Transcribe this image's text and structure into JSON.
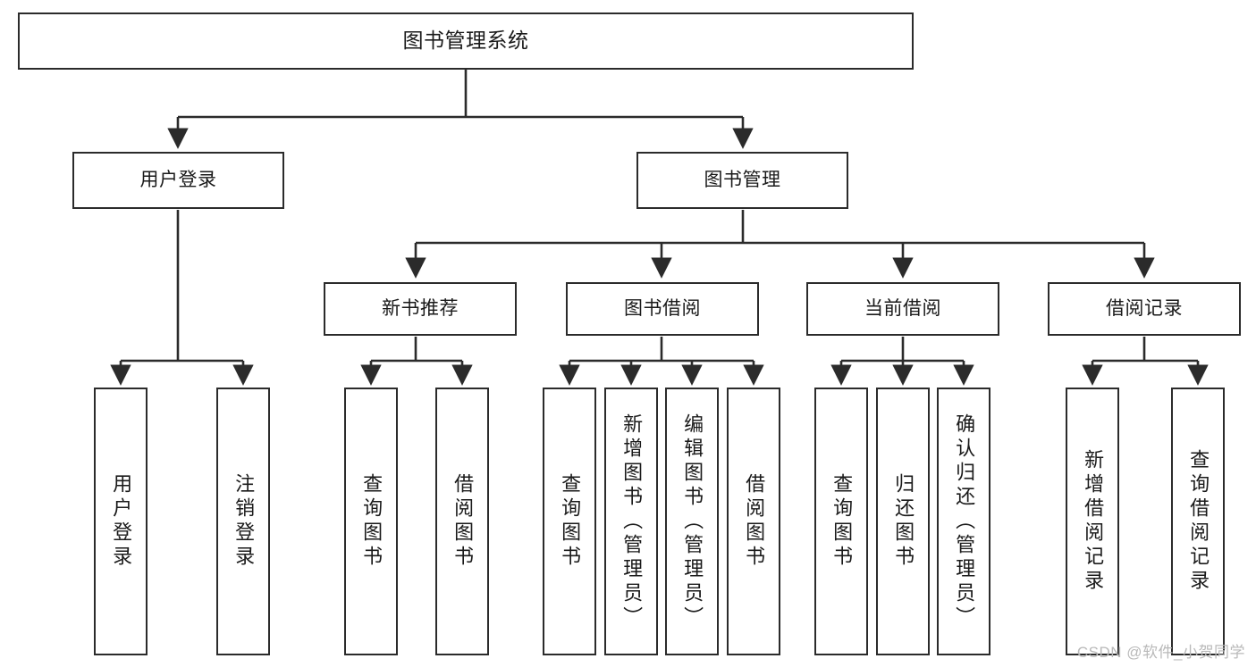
{
  "diagram": {
    "type": "tree",
    "title": "图书管理系统",
    "watermark": "CSDN @软件_小贺同学",
    "colors": {
      "box_border": "#2b2b2b",
      "box_fill": "#ffffff",
      "connector": "#2b2b2b",
      "text": "#1a1a1a",
      "watermark": "#b9b9b9"
    },
    "nodes": {
      "root": {
        "label": "图书管理系统"
      },
      "level2": [
        {
          "label": "用户登录"
        },
        {
          "label": "图书管理"
        }
      ],
      "level3": [
        {
          "label": "新书推荐"
        },
        {
          "label": "图书借阅"
        },
        {
          "label": "当前借阅"
        },
        {
          "label": "借阅记录"
        }
      ],
      "leaves": {
        "user_login": [
          {
            "label": "用户登录"
          },
          {
            "label": "注销登录"
          }
        ],
        "new_book": [
          {
            "label": "查询图书"
          },
          {
            "label": "借阅图书"
          }
        ],
        "book_borrow": [
          {
            "label": "查询图书"
          },
          {
            "label": "新增图书（管理员）"
          },
          {
            "label": "编辑图书（管理员）"
          },
          {
            "label": "借阅图书"
          }
        ],
        "current_borrow": [
          {
            "label": "查询图书"
          },
          {
            "label": "归还图书"
          },
          {
            "label": "确认归还（管理员）"
          }
        ],
        "borrow_record": [
          {
            "label": "新增借阅记录"
          },
          {
            "label": "查询借阅记录"
          }
        ]
      }
    }
  }
}
